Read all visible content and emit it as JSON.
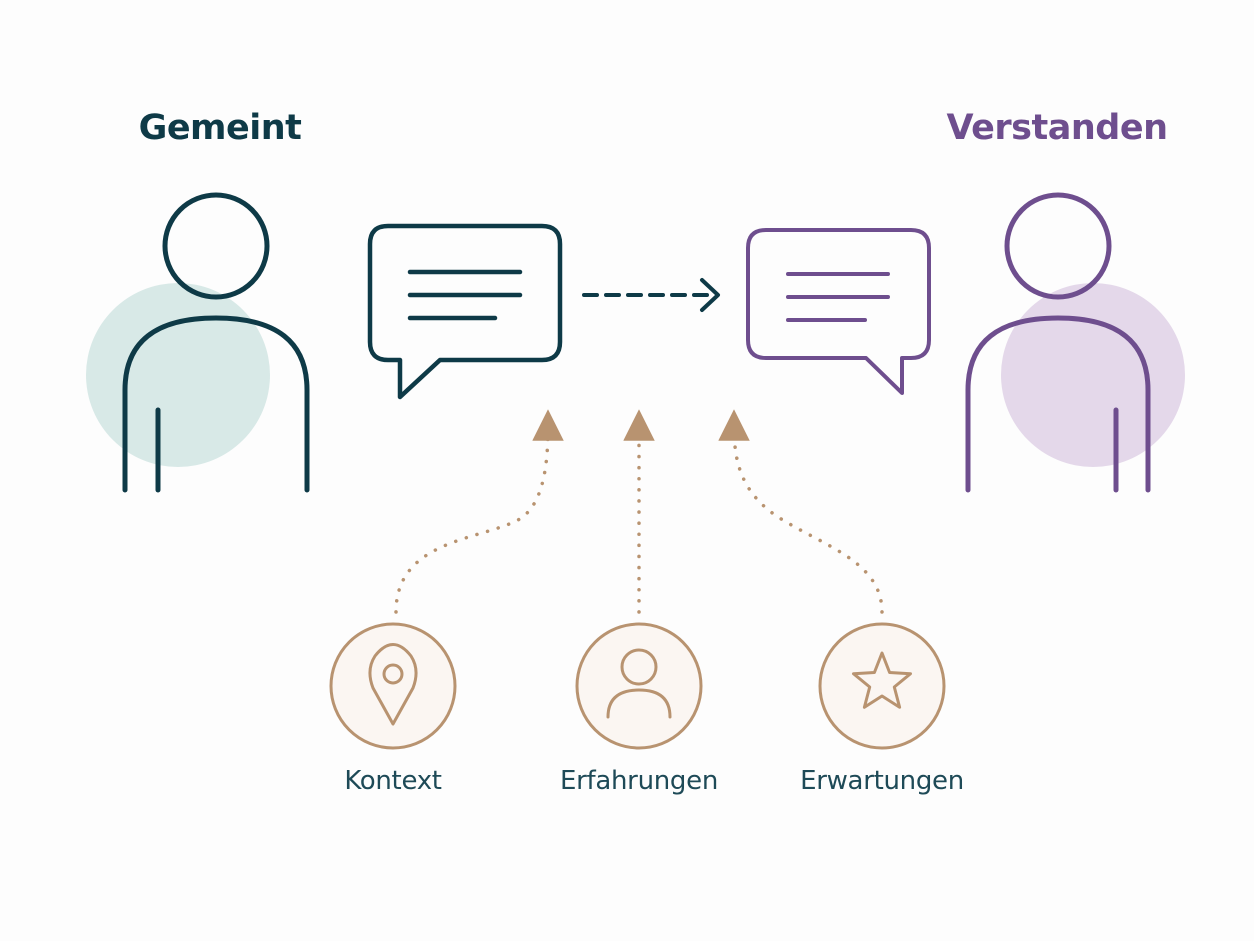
{
  "diagram": {
    "sender": {
      "title": "Gemeint"
    },
    "receiver": {
      "title": "Verstanden"
    },
    "factors": [
      {
        "label": "Kontext",
        "icon": "location-pin-icon"
      },
      {
        "label": "Erfahrungen",
        "icon": "person-icon"
      },
      {
        "label": "Erwartungen",
        "icon": "star-icon"
      }
    ]
  },
  "colors": {
    "sender": "#0e3a47",
    "sender_fill": "#d8e9e7",
    "receiver": "#6e4e8e",
    "receiver_fill": "#e4d8ea",
    "factor": "#b89370",
    "factor_fill": "#fbf6f2",
    "factor_text": "#1e4a57"
  }
}
